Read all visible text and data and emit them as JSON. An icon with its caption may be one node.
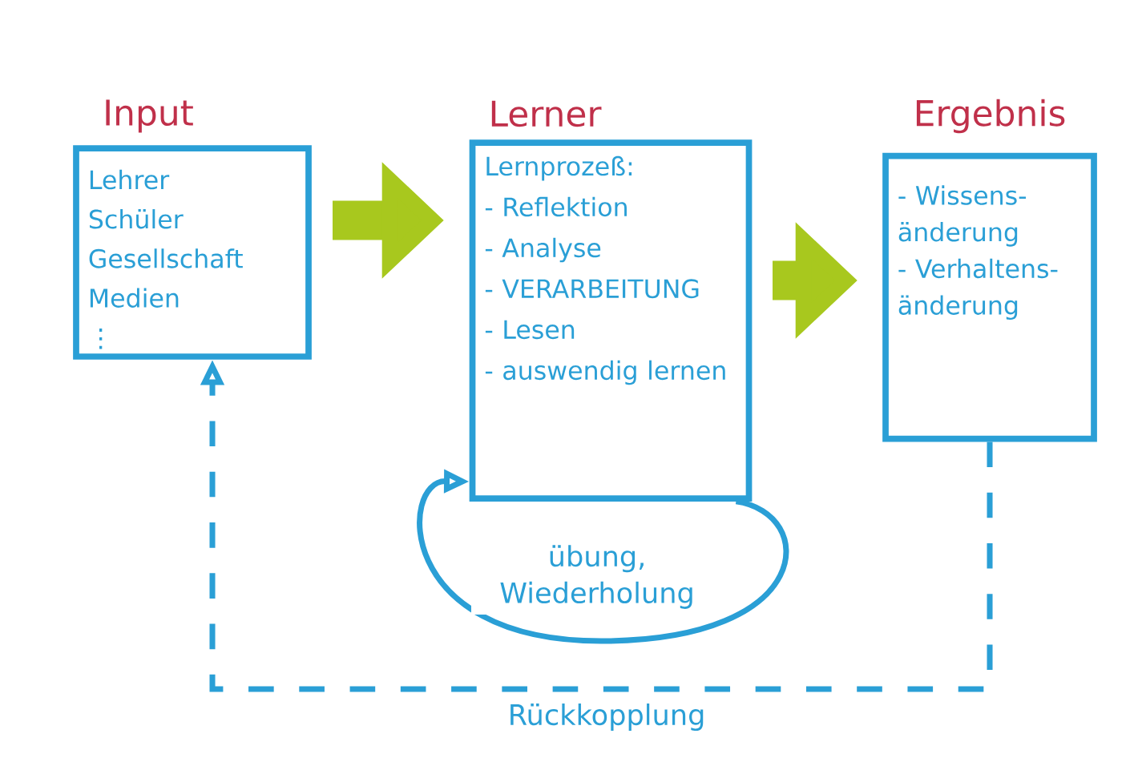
{
  "diagram": {
    "nodes": [
      {
        "text": [
          "Input",
          "Lehrer",
          "Schüler",
          "Gesellschaft",
          "Medien",
          "⋮"
        ]
      },
      {
        "text": [
          "Lerner",
          "Lernprozeß:",
          "- Reflektion",
          "- Analyse",
          "- VERARBEITUNG",
          "- Lesen",
          "- auswendig lernen"
        ]
      },
      {
        "text": [
          "Ergebnis",
          "- Wissens- änderung",
          "- Verhaltens- änderung"
        ]
      }
    ],
    "edges": [
      {
        "from": 0,
        "to": 1,
        "arrow": "to",
        "style": "thick",
        "color": "#a8c81e"
      },
      {
        "from": 1,
        "to": 2,
        "arrow": "to",
        "style": "thick",
        "color": "#a8c81e"
      },
      {
        "from": 2,
        "to": 0,
        "arrow": "to",
        "style": "dashed",
        "color": "#2a9fd6",
        "label": "Rückkopplung"
      },
      {
        "from": 1,
        "to": 1,
        "arrow": "to",
        "color": "#2a9fd6",
        "label": "übung, Wiederholung"
      }
    ]
  }
}
